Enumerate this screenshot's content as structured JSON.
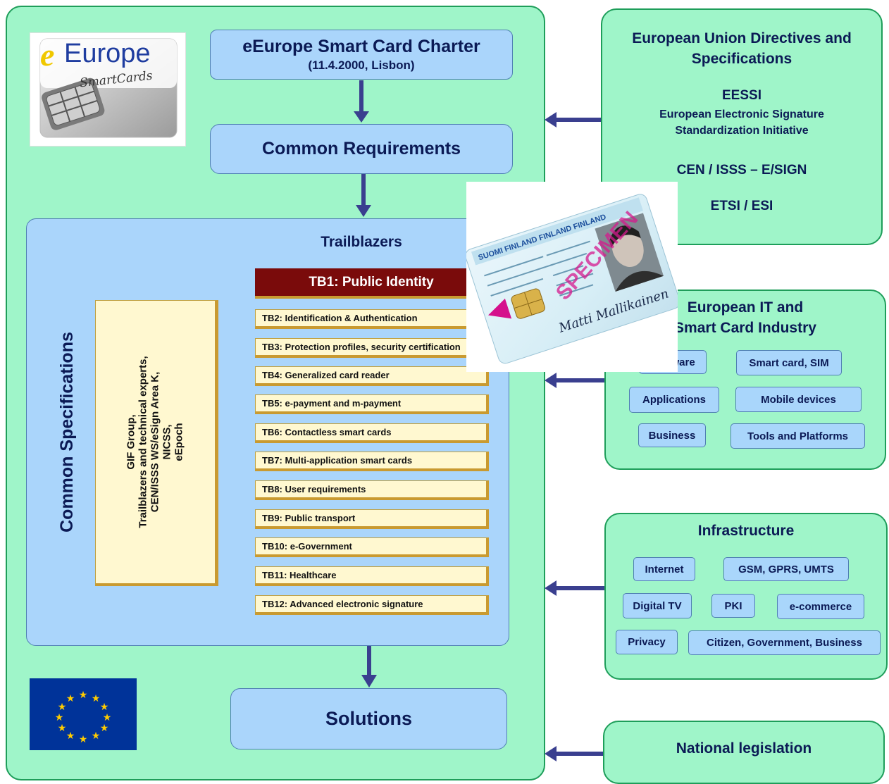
{
  "charter": {
    "title": "eEurope Smart Card Charter",
    "subtitle": "(11.4.2000, Lisbon)"
  },
  "requirements": {
    "title": "Common Requirements"
  },
  "common_specs": {
    "label": "Common Specifications"
  },
  "trailblazers": {
    "title": "Trailblazers",
    "tb1": "TB1: Public Identity",
    "items": [
      "TB2: Identification & Authentication",
      "TB3: Protection profiles, security certification",
      "TB4: Generalized card reader",
      "TB5: e-payment and m-payment",
      "TB6: Contactless smart cards",
      "TB7: Multi-application smart cards",
      "TB8: User requirements",
      "TB9: Public transport",
      "TB10: e-Government",
      "TB11: Healthcare",
      "TB12: Advanced electronic signature"
    ]
  },
  "gif": {
    "lines": [
      "GIF Group,",
      "Trailblazers and technical experts,",
      "CEN/ISSS WS/eSign Area K,",
      "NICSS,",
      "eEpoch"
    ]
  },
  "solutions": {
    "title": "Solutions"
  },
  "logo": {
    "e": "e",
    "word": "Europe",
    "script": "SmartCards"
  },
  "idcard": {
    "header": "SUOMI FINLAND FINLAND FINLAND",
    "stamp": "SPECIMEN",
    "signature": "Matti Mallikainen"
  },
  "eu_directives": {
    "title": "European Union Directives and Specifications",
    "eessi": "EESSI",
    "eessi_full_1": "European Electronic Signature",
    "eessi_full_2": "Standardization Initiative",
    "cen": "CEN / ISSS – E/SIGN",
    "etsi": "ETSI / ESI"
  },
  "industry": {
    "title_1": "European IT and",
    "title_2": "Smart Card Industry",
    "chips": [
      "Software",
      "Smart card, SIM",
      "Applications",
      "Mobile devices",
      "Business",
      "Tools and Platforms"
    ]
  },
  "infrastructure": {
    "title": "Infrastructure",
    "chips": [
      "Internet",
      "GSM, GPRS, UMTS",
      "Digital TV",
      "PKI",
      "e-commerce",
      "Privacy",
      "Citizen, Government, Business"
    ]
  },
  "legislation": {
    "title": "National legislation"
  },
  "colors": {
    "green_fill": "#9ff5c9",
    "green_border": "#1e9e5a",
    "blue_fill": "#a9d6fb",
    "arrow": "#3a3f8f",
    "tb1_fill": "#7a0b0b",
    "tb_fill": "#fff8d0",
    "flag": "#003399",
    "star": "#ffcc00"
  }
}
